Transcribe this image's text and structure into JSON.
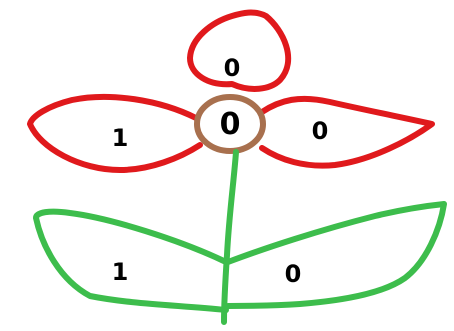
{
  "drawing": {
    "petal_top_digit": "0",
    "petal_left_digit": "1",
    "center_digit": "0",
    "petal_right_digit": "0",
    "leaf_left_digit": "1",
    "leaf_right_digit": "0"
  },
  "colors": {
    "petal_outline": "#e0191c",
    "center_ring": "#a8704e",
    "stem_and_leaves": "#3dbd4c",
    "digits": "#000000",
    "background": "#ffffff"
  }
}
